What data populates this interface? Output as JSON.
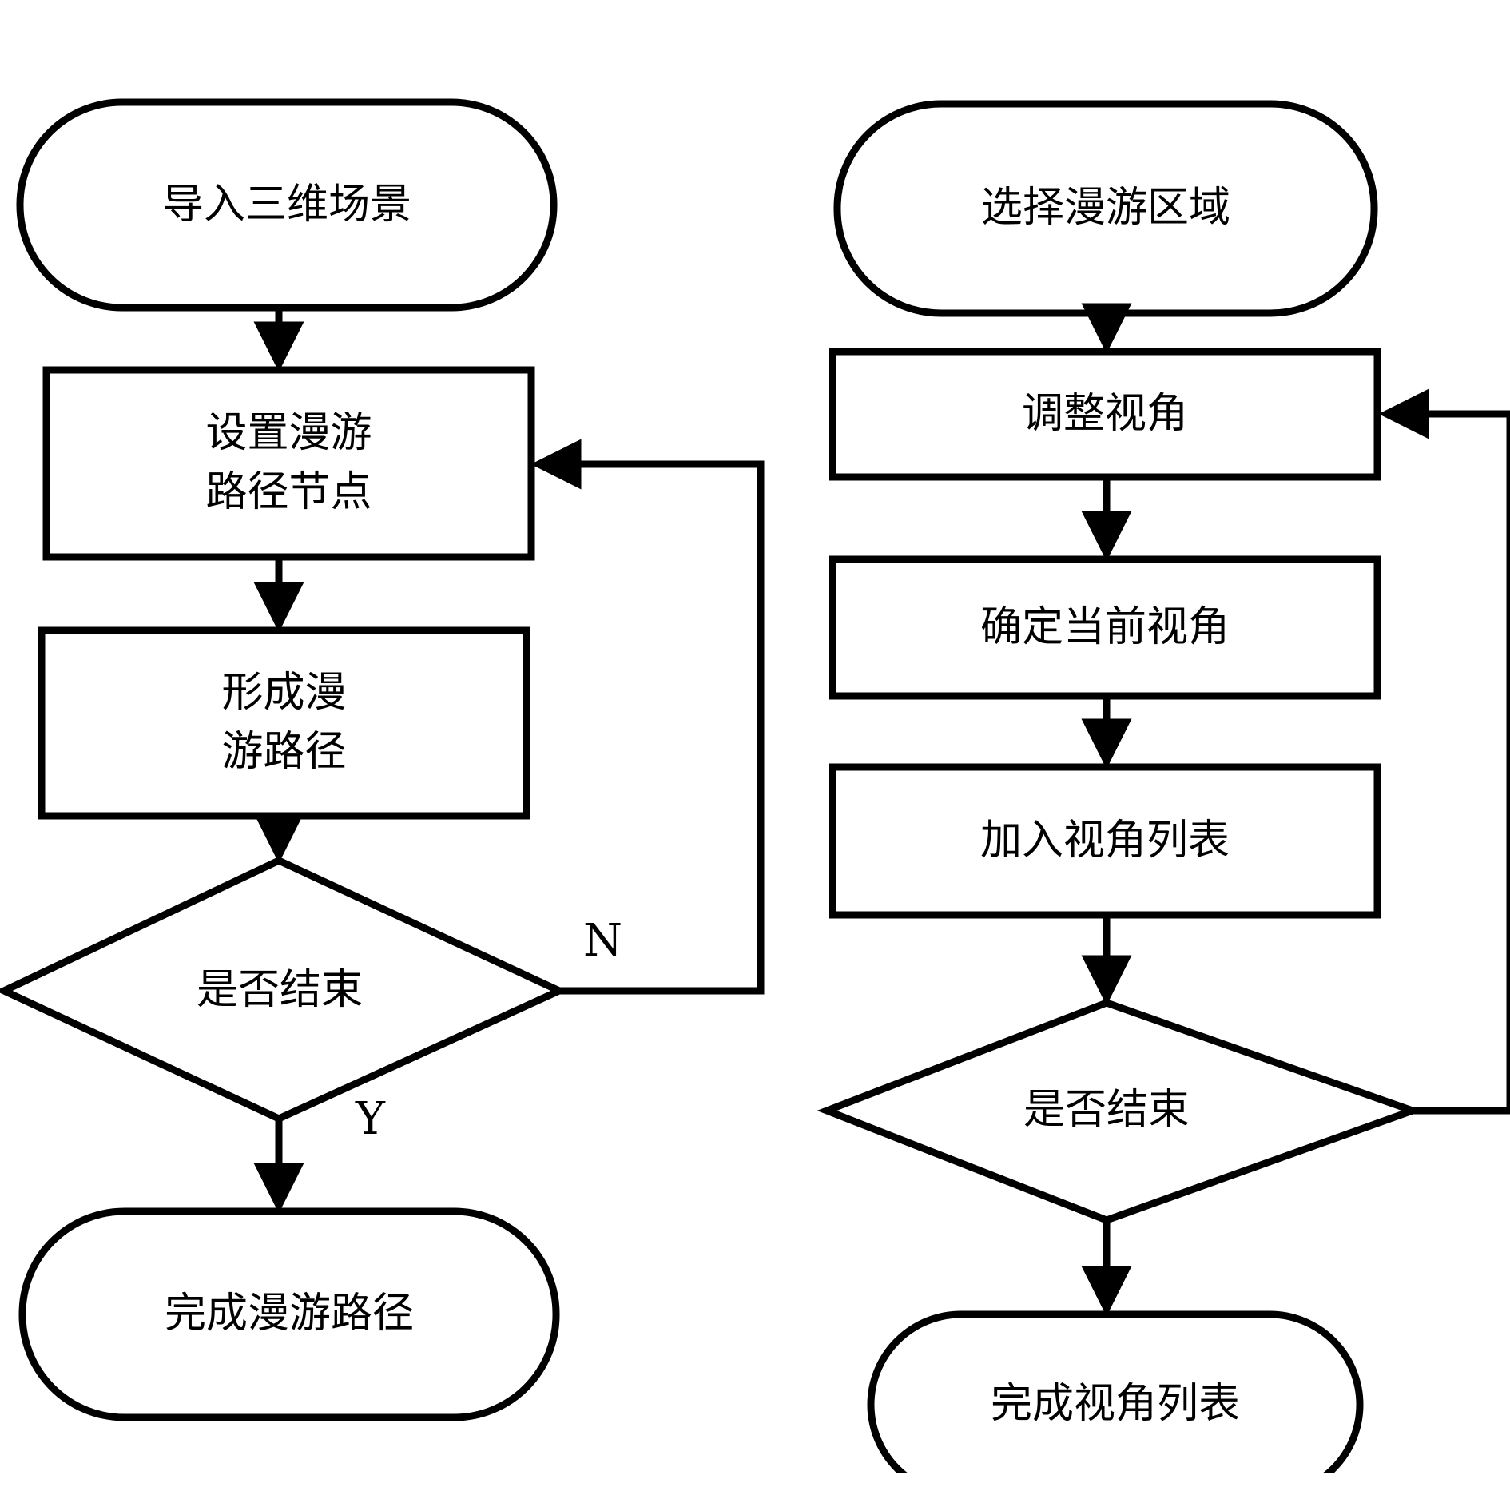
{
  "diagram": {
    "type": "flowchart",
    "title": "",
    "orientation": "two-column",
    "stroke_color": "#000000",
    "fill_color": "#ffffff",
    "text_color": "#000000"
  },
  "left_flow": {
    "name": "roaming-path-flow",
    "nodes": [
      {
        "id": "l1",
        "shape": "terminator",
        "text": "导入三维场景"
      },
      {
        "id": "l2",
        "shape": "process",
        "text": "设置漫游\n路径节点"
      },
      {
        "id": "l3",
        "shape": "process",
        "text": "形成漫\n游路径"
      },
      {
        "id": "l4",
        "shape": "decision",
        "text": "是否结束"
      },
      {
        "id": "l5",
        "shape": "terminator",
        "text": "完成漫游路径"
      }
    ],
    "branch_labels": {
      "no": "N",
      "yes": "Y"
    }
  },
  "right_flow": {
    "name": "viewpoint-list-flow",
    "nodes": [
      {
        "id": "r1",
        "shape": "terminator",
        "text": "选择漫游区域"
      },
      {
        "id": "r2",
        "shape": "process",
        "text": "调整视角"
      },
      {
        "id": "r3",
        "shape": "process",
        "text": "确定当前视角"
      },
      {
        "id": "r4",
        "shape": "process",
        "text": "加入视角列表"
      },
      {
        "id": "r5",
        "shape": "decision",
        "text": "是否结束"
      },
      {
        "id": "r6",
        "shape": "terminator",
        "text": "完成视角列表"
      }
    ],
    "branch_labels": {
      "no": "",
      "yes": ""
    }
  }
}
